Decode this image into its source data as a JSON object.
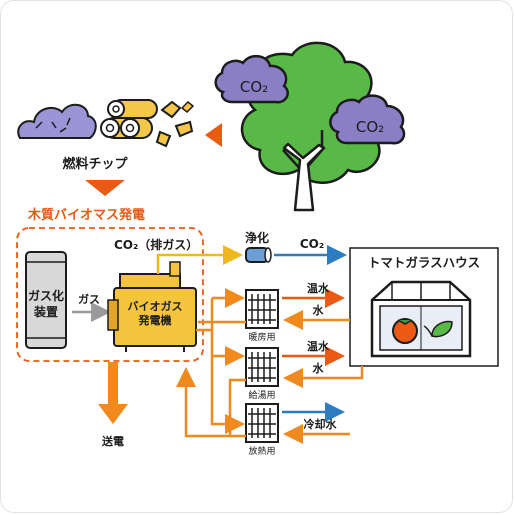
{
  "section_title": "木質バイオマス発電",
  "fuel_label": "燃料チップ",
  "co2_cloud_left": "CO₂",
  "co2_cloud_right": "CO₂",
  "co2_exhaust": "CO₂（排ガス）",
  "gasifier_line1": "ガス化",
  "gasifier_line2": "装置",
  "gas_label": "ガス",
  "generator_line1": "バイオガス",
  "generator_line2": "発電機",
  "purification_label": "浄化",
  "co2_flow_label": "CO₂",
  "greenhouse_label": "トマトガラスハウス",
  "warm_water_1": "温水",
  "water_1": "水",
  "warm_water_2": "温水",
  "water_2": "水",
  "cooling_water": "冷却水",
  "heater_label": "暖房用",
  "hot_water_supply_label": "給湯用",
  "radiator_label": "放熱用",
  "power_label": "送電",
  "colors": {
    "orange": "#f08a1e",
    "red_orange": "#ea5a14",
    "blue": "#2c7cc1",
    "green": "#5cb85c",
    "dark_green": "#3e9a48",
    "purple": "#8a7fc4",
    "yellow": "#f3c43c",
    "brown": "#b86e2d"
  }
}
